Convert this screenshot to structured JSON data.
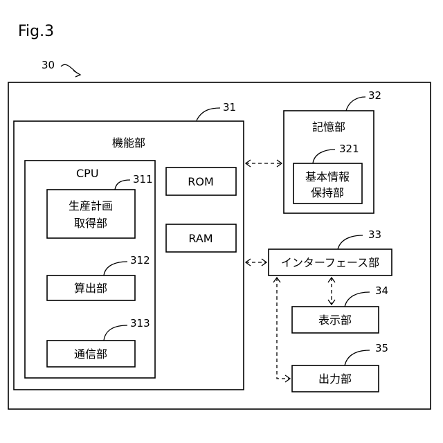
{
  "figure_label": "Fig.3",
  "refs": {
    "outer": "30",
    "functional_unit": "31",
    "storage_unit": "32",
    "interface_unit": "33",
    "display_unit": "34",
    "output_unit": "35",
    "production_plan_acquisition": "311",
    "calculation_unit": "312",
    "communication_unit": "313",
    "basic_info_holding": "321"
  },
  "labels": {
    "functional_unit": "機能部",
    "cpu": "CPU",
    "production_plan_line1": "生産計画",
    "production_plan_line2": "取得部",
    "calculation_unit": "算出部",
    "communication_unit": "通信部",
    "rom": "ROM",
    "ram": "RAM",
    "storage_unit": "記憶部",
    "basic_info_line1": "基本情報",
    "basic_info_line2": "保持部",
    "interface_unit": "インターフェース部",
    "display_unit": "表示部",
    "output_unit": "出力部"
  }
}
